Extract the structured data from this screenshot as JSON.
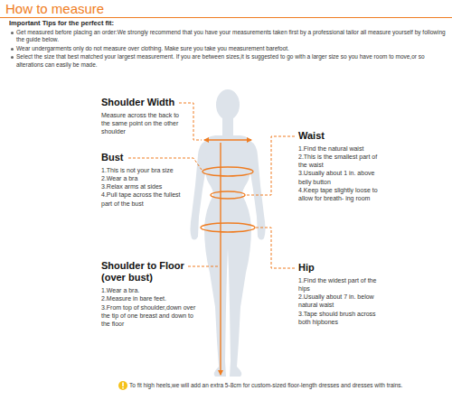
{
  "diagram": {
    "title": "How to measure",
    "labels": [
      "Important Tips for the perfect fit:",
      "Get measured before placing an order:We strongly recommend that you have your measurements taken first by a professional tailor all measure yourself by following the guide below.",
      "Wear undergarments only do not measure over clothing. Make sure you take you measurement barefoot.",
      "Select the size that best matched your largest measurement. If you are between sizes,it is suggested to go with a larger size so you have room to move,or so alterations can easily be made.",
      "Shoulder Width",
      "Measure across the back to the same point on the other shoulder",
      "Bust",
      "1.This is not your bra size",
      "2.Wear a bra",
      "3.Relax arms at sides",
      "4.Pull tape across the fullest part of the bust",
      "Shoulder to Floor (over bust)",
      "1.Wear a bra.",
      "2.Measure in bare feet.",
      "3.From top of shoulder,down over the tip of one breast and down to the floor",
      "Waist",
      "1.Find the natural waist",
      "2.This is the smallest part of the waist",
      "3.Usually about 1 in. above belly button",
      "4.Keep tape slightly loose to allow for breath- ing room",
      "Hip",
      "1.Find the widest part of the hips",
      "2.Usually about 7 in. below natural waist",
      "3.Tape should brush across both hipbones",
      "To fit high heels,we will add an extra 5-8cm for custom-sized floor-length dresses and dresses with trains."
    ]
  }
}
